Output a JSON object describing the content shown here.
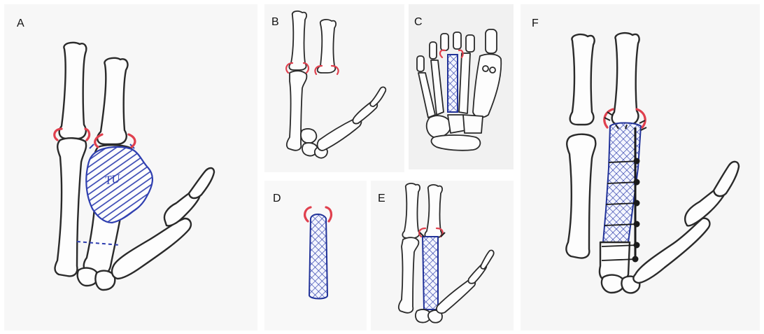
{
  "panels": {
    "a": "A",
    "b": "B",
    "c": "C",
    "d": "D",
    "e": "E",
    "f": "F"
  },
  "tumor_label": "TU",
  "colors": {
    "background": "#ffffff",
    "bone_outline": "#2a2a2a",
    "articular_arc": "#e0404e",
    "tumor_hatch": "#2f3fb0",
    "graft_mesh": "#223399"
  },
  "icons": [
    "hand-skeleton-illustration",
    "foot-skeleton-illustration",
    "bone-graft-illustration",
    "plate-fixation-illustration"
  ]
}
